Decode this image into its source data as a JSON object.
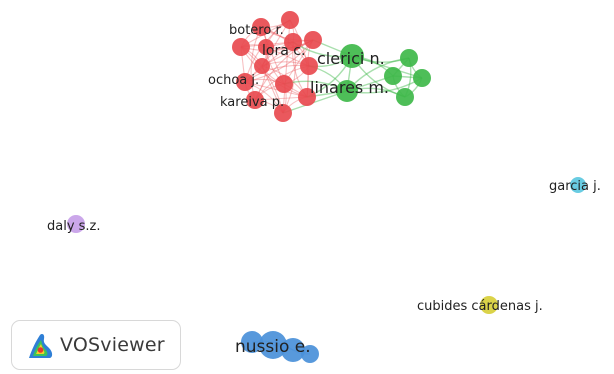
{
  "app": {
    "name": "VOSviewer",
    "logo_icon": "vosviewer-density-logo-icon"
  },
  "clusters": {
    "red": "#e84a4f",
    "green": "#3fb84a",
    "blue": "#4a90d9",
    "purple": "#c7a0e8",
    "cyan": "#5cc8e0",
    "yellow": "#d8cf3a"
  },
  "labels": {
    "botero": "botero r.",
    "lora": "lora c.",
    "ochoa": "ochoa j.",
    "kareiva": "kareiva p.",
    "clerici": "clerici n.",
    "linares": "linares m.",
    "garcia": "garcia j.",
    "daly": "daly s.z.",
    "cubides": "cubides cárdenas j.",
    "nussio": "nussio e."
  }
}
